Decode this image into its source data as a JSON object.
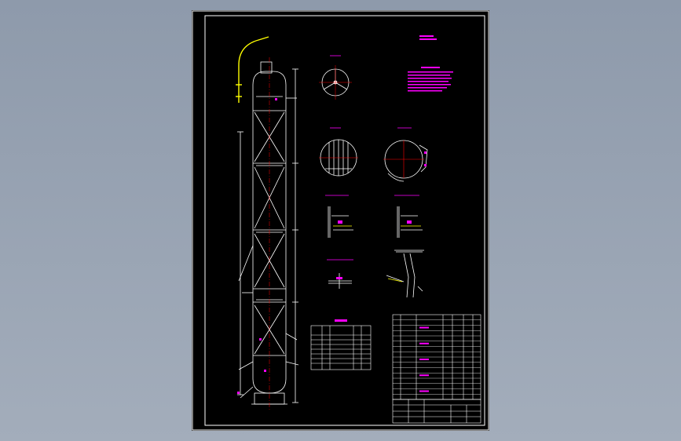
{
  "drawing": {
    "background": "#000000",
    "frame_color": "#ffffff",
    "line_color": "#ffffff",
    "annotation_color": "#ff00ff",
    "highlight_color": "#ffff00",
    "centerline_color": "#ff0000",
    "view_bg": "#8e9aab"
  },
  "tech_notes": {
    "heading": "",
    "lines": []
  },
  "parts_table": {
    "title": "",
    "rows": 9
  },
  "bom_table": {
    "rows": 16
  },
  "title_block": {
    "rows": 4
  }
}
